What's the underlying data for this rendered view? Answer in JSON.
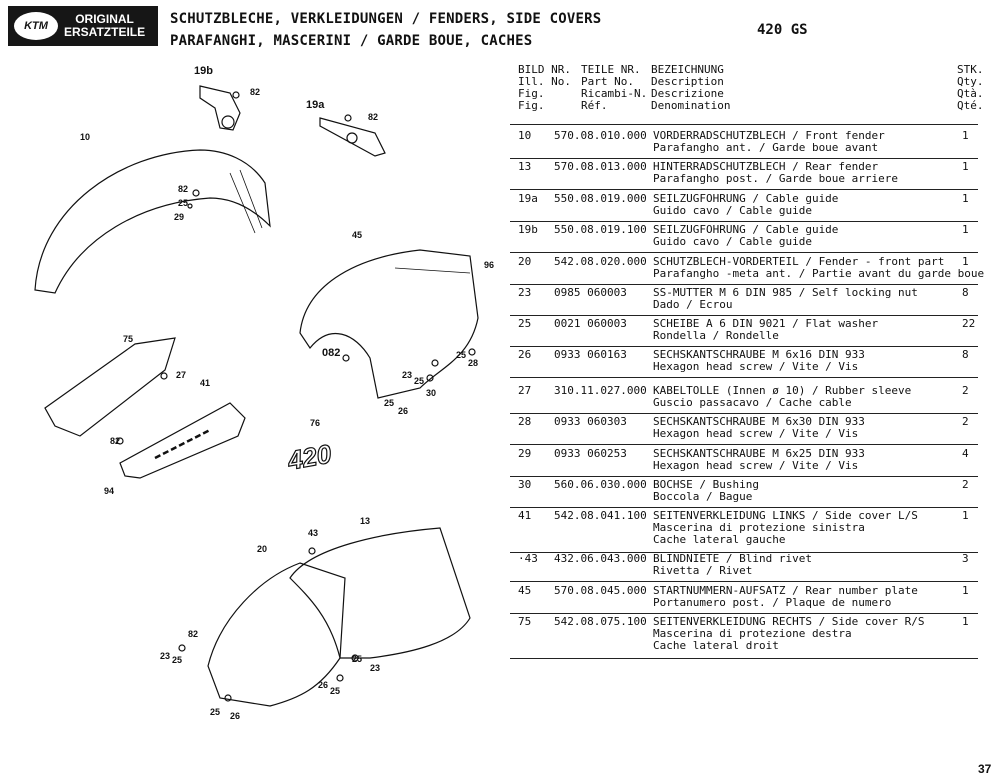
{
  "header": {
    "brand_mark": "KTM",
    "brand_line1": "ORIGINAL",
    "brand_line2": "ERSATZTEILE",
    "title_line1": "SCHUTZBLECHE, VERKLEIDUNGEN / FENDERS, SIDE COVERS",
    "title_line2": "PARAFANGHI, MASCERINI / GARDE BOUE, CACHES",
    "model": "420 GS"
  },
  "table": {
    "col_bild": "BILD NR.\nIll. No.\nFig.\nFig.",
    "col_teile": "TEILE NR.\nPart No.\nRicambi-N.\nRéf.",
    "col_bez": "BEZEICHNUNG\nDescription\nDescrizione\nDenomination",
    "col_stk": "STK.\nQty.\nQtà.\nQté.",
    "rows": [
      {
        "fig": "10",
        "part": "570.08.010.000",
        "desc": "VORDERRADSCHUTZBLECH / Front fender\nParafangho ant. / Garde boue avant",
        "qty": "1"
      },
      {
        "fig": "13",
        "part": "570.08.013.000",
        "desc": "HINTERRADSCHUTZBLECH / Rear fender\nParafangho post. / Garde boue arriere",
        "qty": "1"
      },
      {
        "fig": "19a",
        "part": "550.08.019.000",
        "desc": "SEILZUGFOHRUNG / Cable guide\nGuido cavo / Cable guide",
        "qty": "1"
      },
      {
        "fig": "19b",
        "part": "550.08.019.100",
        "desc": "SEILZUGFOHRUNG / Cable guide\nGuido cavo / Cable guide",
        "qty": "1"
      },
      {
        "fig": "20",
        "part": "542.08.020.000",
        "desc": "SCHUTZBLECH-VORDERTEIL / Fender - front part\nParafangho -meta ant. / Partie avant du garde boue",
        "qty": "1"
      },
      {
        "fig": "23",
        "part": "0985 060003",
        "desc": "SS-MUTTER M 6 DIN 985 / Self locking nut\nDado / Ecrou",
        "qty": "8"
      },
      {
        "fig": "25",
        "part": "0021 060003",
        "desc": "SCHEIBE A 6 DIN 9021 / Flat washer\nRondella / Rondelle",
        "qty": "22"
      },
      {
        "fig": "26",
        "part": "0933 060163",
        "desc": "SECHSKANTSCHRAUBE M 6x16 DIN 933\nHexagon head screw / Vite / Vis",
        "qty": "8"
      },
      {
        "fig": "27",
        "part": "310.11.027.000",
        "desc": "KABELTOLLE (Innen ø 10) / Rubber sleeve\nGuscio passacavo / Cache cable",
        "qty": "2"
      },
      {
        "fig": "28",
        "part": "0933 060303",
        "desc": "SECHSKANTSCHRAUBE M 6x30 DIN 933\nHexagon head screw / Vite / Vis",
        "qty": "2"
      },
      {
        "fig": "29",
        "part": "0933 060253",
        "desc": "SECHSKANTSCHRAUBE M 6x25 DIN 933\nHexagon head screw / Vite / Vis",
        "qty": "4"
      },
      {
        "fig": "30",
        "part": "560.06.030.000",
        "desc": "BOCHSE / Bushing\nBoccola / Bague",
        "qty": "2"
      },
      {
        "fig": "41",
        "part": "542.08.041.100",
        "desc": "SEITENVERKLEIDUNG LINKS / Side cover L/S\nMascerina di protezione sinistra\nCache lateral gauche",
        "qty": "1"
      },
      {
        "fig": "·43",
        "part": "432.06.043.000",
        "desc": "BLINDNIETE / Blind rivet\nRivetta / Rivet",
        "qty": "3"
      },
      {
        "fig": "45",
        "part": "570.08.045.000",
        "desc": "STARTNUMMERN-AUFSATZ / Rear number plate\nPortanumero post. / Plaque de numero",
        "qty": "1"
      },
      {
        "fig": "75",
        "part": "542.08.075.100",
        "desc": "SEITENVERKLEIDUNG RECHTS / Side cover R/S\nMascerina di protezione destra\nCache lateral droit",
        "qty": "1"
      }
    ]
  },
  "diagram": {
    "labels": [
      "19b",
      "82",
      "19a",
      "82",
      "10",
      "82",
      "25",
      "29",
      "45",
      "96",
      "75",
      "27",
      "41",
      "082",
      "25",
      "28",
      "23",
      "25",
      "30",
      "25",
      "26",
      "76",
      "82",
      "94",
      "43",
      "13",
      "20",
      "82",
      "23",
      "25",
      "25",
      "23",
      "26",
      "25",
      "25",
      "26"
    ],
    "logo_text": "420"
  },
  "footer": {
    "page_number": "37"
  }
}
